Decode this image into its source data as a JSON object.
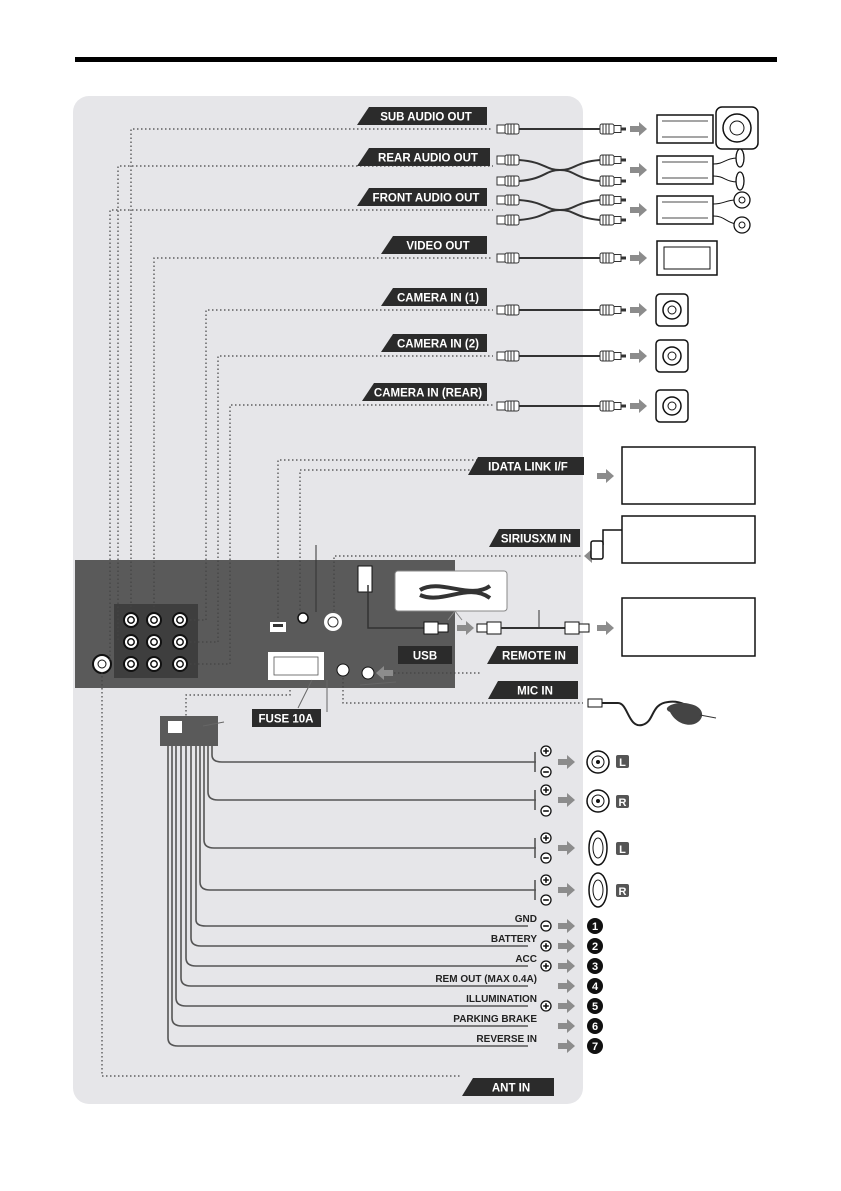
{
  "colors": {
    "panel": "#e6e6e9",
    "tag": "#2b2b2b",
    "unit": "#5a5a5a",
    "arrow": "#8c8c8c",
    "line": "#333333"
  },
  "tags": {
    "sub_audio_out": "SUB AUDIO OUT",
    "rear_audio_out": "REAR AUDIO OUT",
    "front_audio_out": "FRONT AUDIO OUT",
    "video_out": "VIDEO OUT",
    "camera_in_1": "CAMERA IN (1)",
    "camera_in_2": "CAMERA IN (2)",
    "camera_in_rear": "CAMERA IN (REAR)",
    "idata_link": "IDATA LINK I/F",
    "siriusxm_in": "SIRIUSXM IN",
    "usb": "USB",
    "remote_in": "REMOTE IN",
    "mic_in": "MIC IN",
    "fuse": "FUSE 10A",
    "ant_in": "ANT IN"
  },
  "speaker_wires": [
    {
      "side": "L"
    },
    {
      "side": "R"
    },
    {
      "side": "L"
    },
    {
      "side": "R"
    }
  ],
  "power_wires": [
    {
      "label": "GND",
      "polarity": "−",
      "number": "1"
    },
    {
      "label": "BATTERY",
      "polarity": "+",
      "number": "2"
    },
    {
      "label": "ACC",
      "polarity": "+",
      "number": "3"
    },
    {
      "label": "REM OUT (MAX 0.4A)",
      "polarity": "",
      "number": "4"
    },
    {
      "label": "ILLUMINATION",
      "polarity": "+",
      "number": "5"
    },
    {
      "label": "PARKING BRAKE",
      "polarity": "",
      "number": "6"
    },
    {
      "label": "REVERSE IN",
      "polarity": "",
      "number": "7"
    }
  ],
  "icons": [
    "subwoofer-amp-icon",
    "amplifier-icon",
    "monitor-icon",
    "camera-icon",
    "adapter-box-icon",
    "microphone-icon",
    "speaker-icon",
    "rca-plug-icon",
    "arrow-icon",
    "usb-plug-icon"
  ]
}
